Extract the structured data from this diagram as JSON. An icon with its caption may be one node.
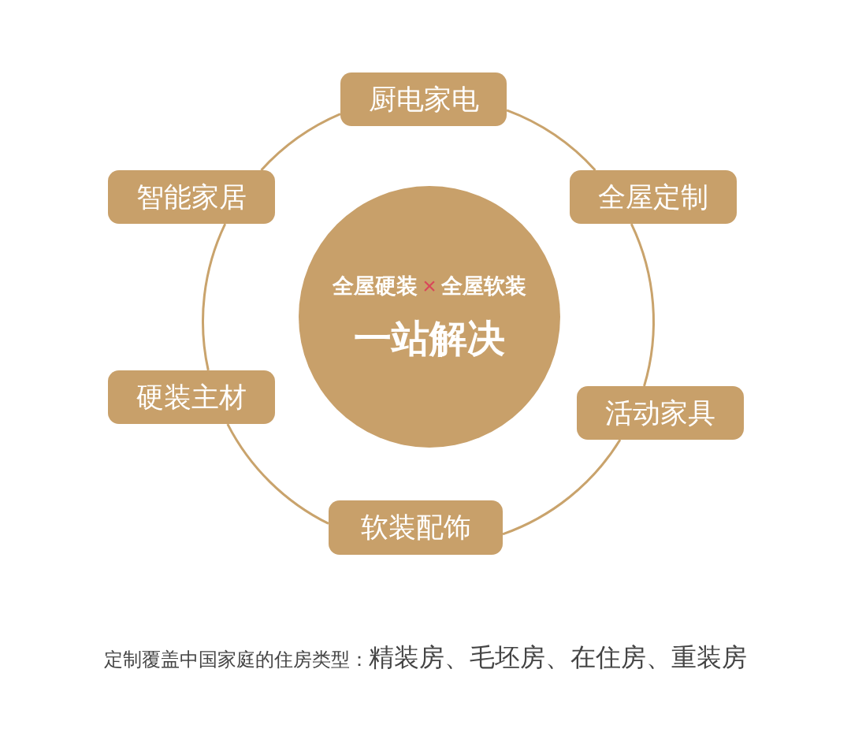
{
  "diagram": {
    "nodes": [
      {
        "text": [
          "厨电家电"
        ]
      },
      {
        "text": [
          "智能家居"
        ]
      },
      {
        "text": [
          "全屋定制"
        ]
      },
      {
        "text": [
          "全屋硬装",
          "×",
          "全屋软装",
          "一站解决"
        ]
      },
      {
        "text": [
          "硬装主材"
        ]
      },
      {
        "text": [
          "活动家具"
        ]
      },
      {
        "text": [
          "软装配饰"
        ]
      }
    ],
    "edges": [
      {
        "from": 0,
        "to": 2,
        "arrow": "none"
      },
      {
        "from": 2,
        "to": 5,
        "arrow": "none"
      },
      {
        "from": 5,
        "to": 6,
        "arrow": "none"
      },
      {
        "from": 6,
        "to": 4,
        "arrow": "none"
      },
      {
        "from": 4,
        "to": 1,
        "arrow": "none"
      },
      {
        "from": 1,
        "to": 0,
        "arrow": "none"
      }
    ],
    "labels": [
      "定制覆盖中国家庭的住房类型：",
      "精装房、毛坯房、在住房、重装房"
    ]
  }
}
